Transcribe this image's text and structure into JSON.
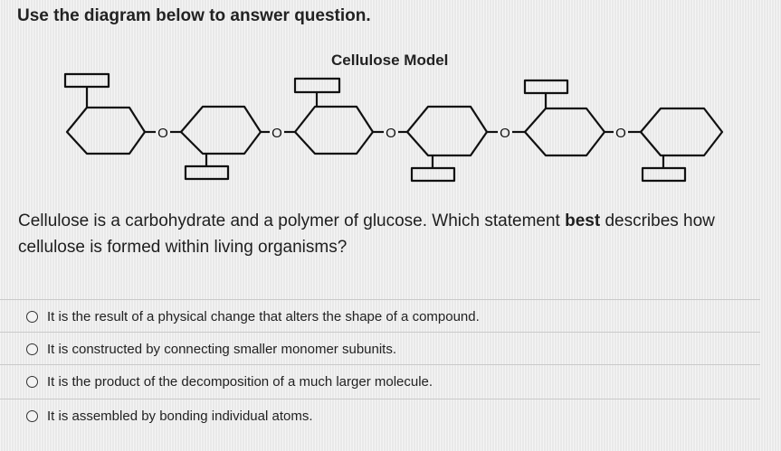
{
  "instruction": "Use the diagram below to answer question.",
  "diagram": {
    "title": "Cellulose Model",
    "linkage_label": "O"
  },
  "question": {
    "before_bold": "Cellulose is a carbohydrate and a polymer of glucose. Which statement ",
    "bold": "best",
    "after_bold": " describes how cellulose is formed within living organisms?"
  },
  "options": [
    {
      "text": "It is the result of a physical change that alters the shape of a compound."
    },
    {
      "text": "It is constructed by connecting smaller monomer subunits."
    },
    {
      "text": "It is the product of the decomposition of a much larger molecule."
    },
    {
      "text": "It is assembled by bonding individual atoms."
    }
  ]
}
